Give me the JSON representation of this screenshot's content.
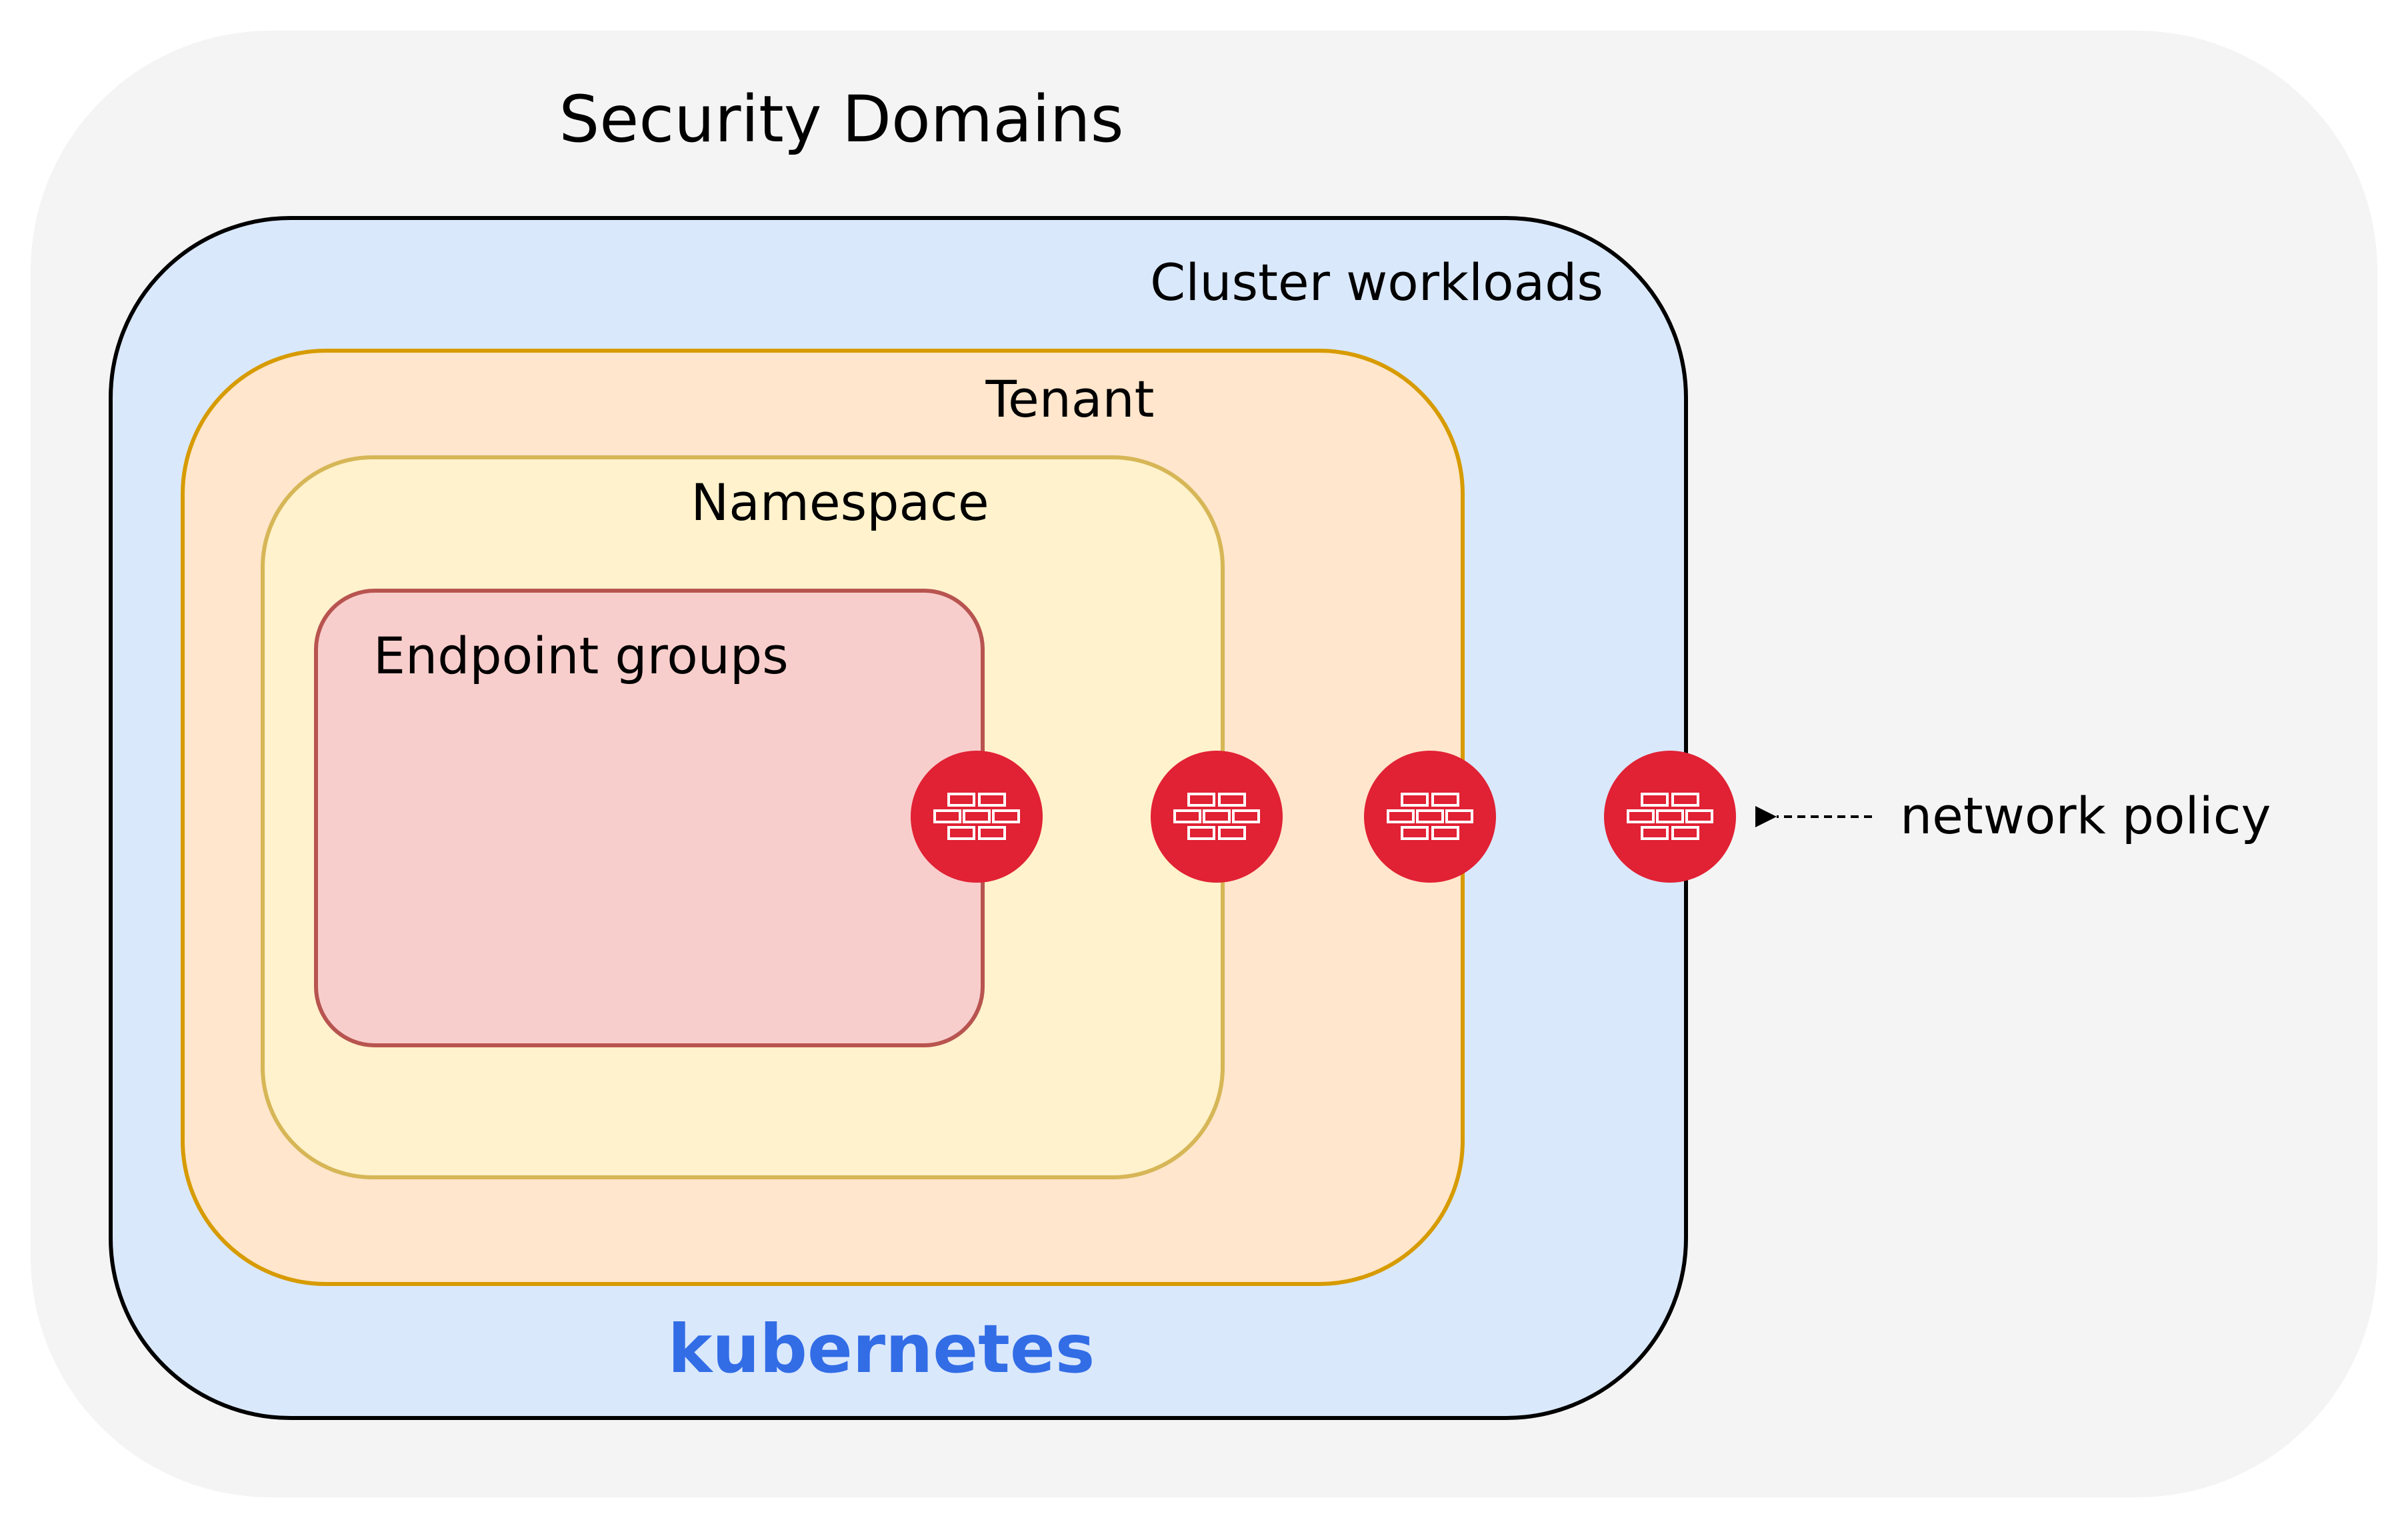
{
  "title": "Security Domains",
  "domains": [
    {
      "id": "cluster",
      "label": "Cluster workloads",
      "fill": "#dae8fc",
      "stroke": "#000000"
    },
    {
      "id": "tenant",
      "label": "Tenant",
      "fill": "#ffe6cc",
      "stroke": "#d79b00"
    },
    {
      "id": "namespace",
      "label": "Namespace",
      "fill": "#fff2cc",
      "stroke": "#d6b656"
    },
    {
      "id": "endpoint",
      "label": "Endpoint groups",
      "fill": "#f8cecc",
      "stroke": "#b85450"
    }
  ],
  "logo": {
    "text": "kubernetes",
    "color": "#326de6"
  },
  "policy": {
    "label": "network policy",
    "icon": "firewall-icon",
    "color": "#e12134"
  },
  "colors": {
    "outer_bg": "#f4f4f4"
  }
}
